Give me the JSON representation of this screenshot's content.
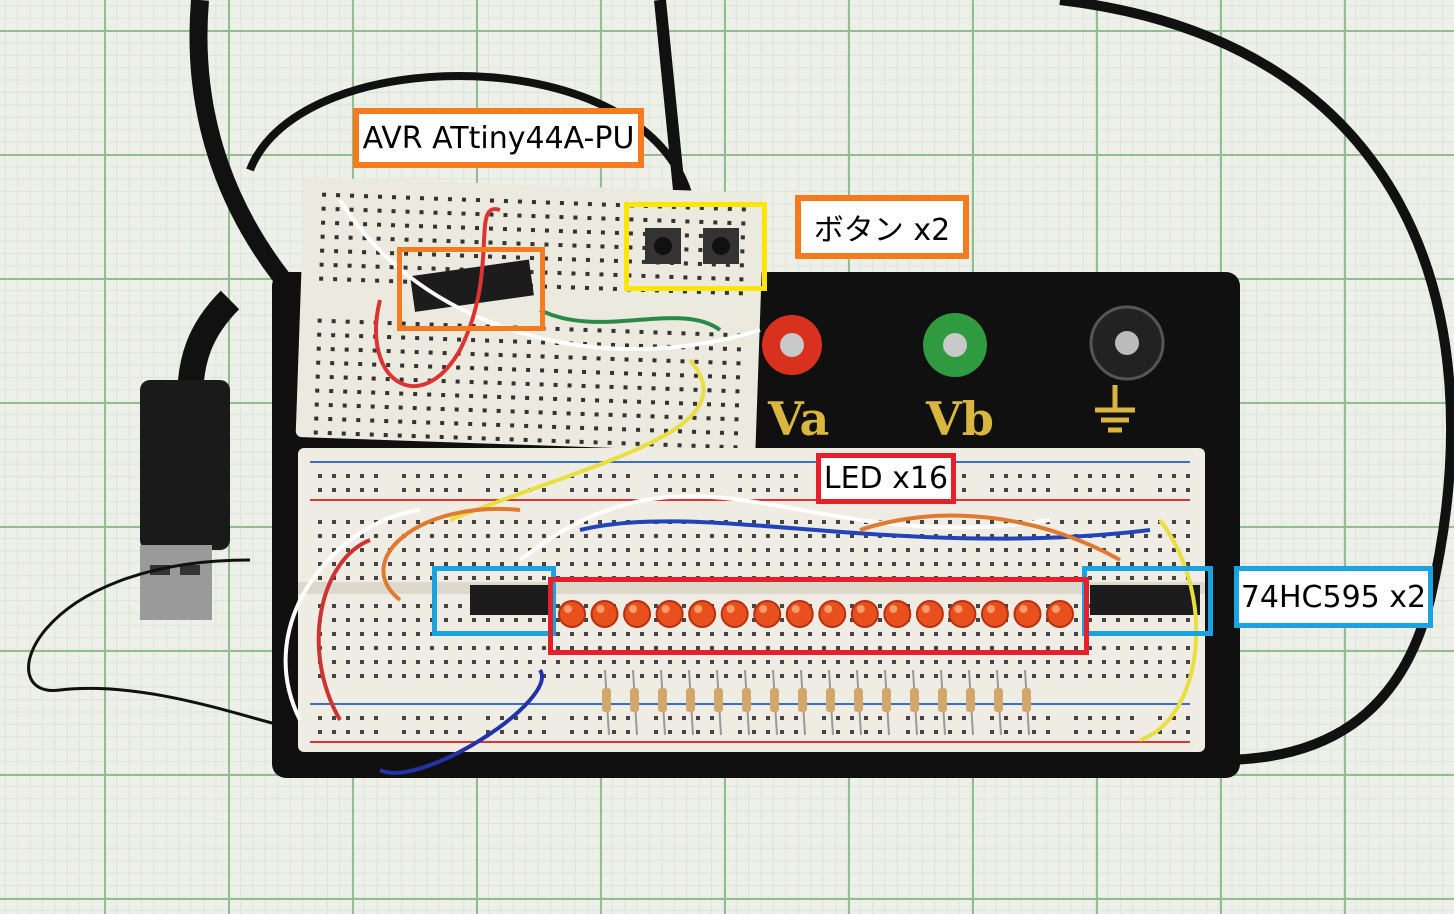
{
  "annotations": {
    "mcu": {
      "label": "AVR ATtiny44A-PU",
      "color": "#f47b20"
    },
    "buttons": {
      "label": "ボタン x2",
      "color": "#f47b20"
    },
    "leds": {
      "label": "LED x16",
      "color": "#e5202a"
    },
    "shift_registers": {
      "label": "74HC595 x2",
      "color": "#1aa3e0"
    },
    "button_frame_color": "#ffe600"
  },
  "board": {
    "terminal_a": "Va",
    "terminal_b": "Vb",
    "led_count": 16
  }
}
